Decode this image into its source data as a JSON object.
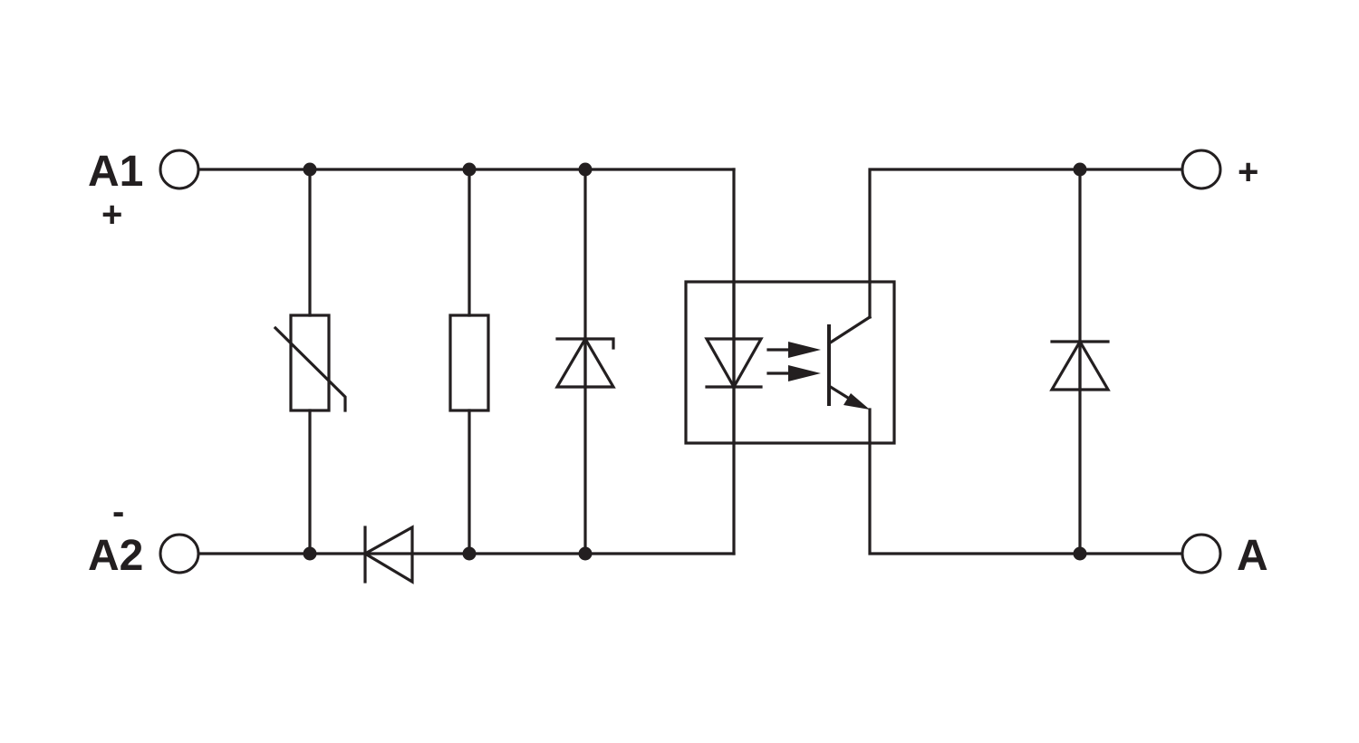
{
  "diagram": {
    "terminals": {
      "a1_label": "A1",
      "a1_polarity": "+",
      "a2_label": "A2",
      "a2_polarity": "-",
      "out_plus_label": "+",
      "out_a_label": "A"
    },
    "components": [
      "varistor",
      "resistor",
      "zener-diode",
      "reverse-polarity-diode",
      "optocoupler-led",
      "optocoupler-phototransistor",
      "freewheeling-diode"
    ],
    "colors": {
      "line": "#231f20",
      "background": "#ffffff"
    }
  }
}
